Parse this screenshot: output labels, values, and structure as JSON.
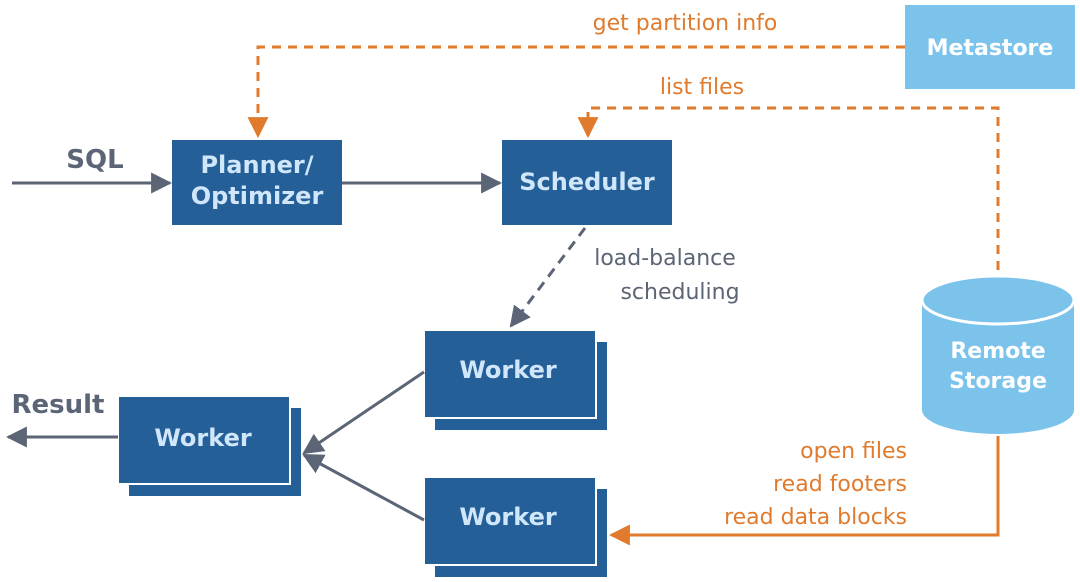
{
  "nodes": {
    "planner_line1": "Planner/",
    "planner_line2": "Optimizer",
    "scheduler": "Scheduler",
    "metastore": "Metastore",
    "storage_line1": "Remote",
    "storage_line2": "Storage",
    "worker_top": "Worker",
    "worker_bottom": "Worker",
    "worker_left": "Worker"
  },
  "edges": {
    "get_partition_info": "get partition info",
    "list_files": "list files",
    "load_balance_line1": "load-balance",
    "load_balance_line2": "scheduling",
    "storage_line1": "open files",
    "storage_line2": "read footers",
    "storage_line3": "read data blocks"
  },
  "io": {
    "input": "SQL",
    "output": "Result"
  },
  "colors": {
    "box": "#255f97",
    "box_text": "#cfe6fb",
    "metastore": "#7cc3ec",
    "storage": "#7cc3ec",
    "orange": "#e07b2d",
    "gray": "#5b6576"
  }
}
